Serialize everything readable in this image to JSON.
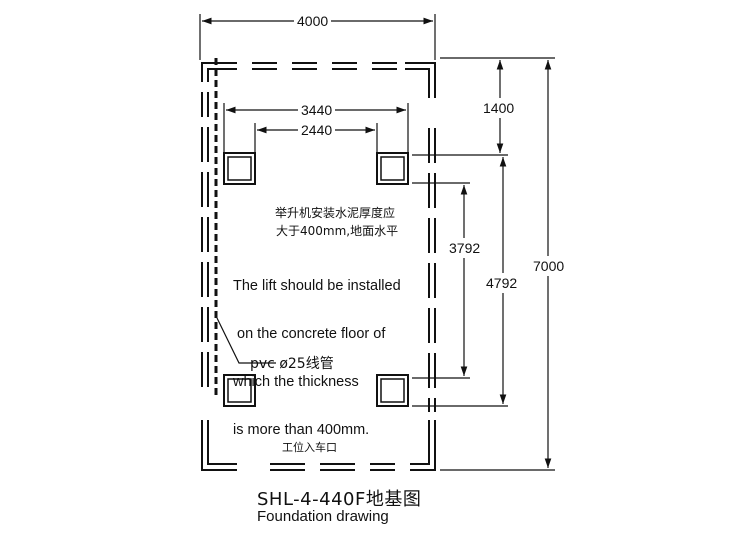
{
  "dimensions": {
    "overall_width": "4000",
    "column_span": "3440",
    "inner_span": "2440",
    "front_offset": "1400",
    "inner_depth": "3792",
    "outer_depth": "4792",
    "overall_length": "7000"
  },
  "notes": {
    "zh_requirement_line1": "举升机安装水泥厚度应",
    "zh_requirement_line2": "大于400mm,地面水平",
    "en_requirement_lines": [
      "The lift should be installed",
      " on the concrete floor of",
      "which the thickness",
      "is more than 400mm."
    ],
    "conduit_label": "pvc ø25线管",
    "entrance_label": "工位入车口"
  },
  "caption": {
    "title": "SHL-4-440F地基图",
    "subtitle": "Foundation drawing"
  }
}
